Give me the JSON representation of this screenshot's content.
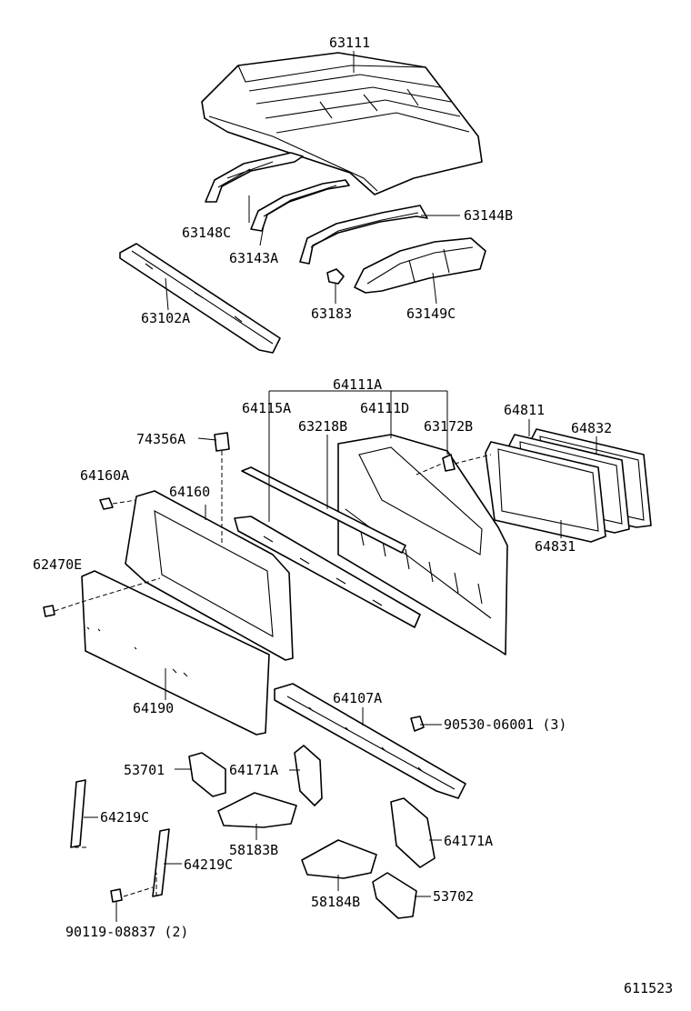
{
  "labels": {
    "p63111": "63111",
    "p63148C": "63148C",
    "p63144B": "63144B",
    "p63143A": "63143A",
    "p63102A": "63102A",
    "p63183": "63183",
    "p63149C": "63149C",
    "p64111A": "64111A",
    "p64115A": "64115A",
    "p64111D": "64111D",
    "p64811": "64811",
    "p74356A": "74356A",
    "p63218B": "63218B",
    "p63172B": "63172B",
    "p64832": "64832",
    "p64160A": "64160A",
    "p64160": "64160",
    "p64831": "64831",
    "p62470E": "62470E",
    "p64190": "64190",
    "p64107A": "64107A",
    "p90530": "90530-06001 (3)",
    "p53701": "53701",
    "p64171A_1": "64171A",
    "p64219C_1": "64219C",
    "p58183B": "58183B",
    "p64171A_2": "64171A",
    "p64219C_2": "64219C",
    "p58184B": "58184B",
    "p53702": "53702",
    "p90119": "90119-08837 (2)"
  },
  "diagram_id": "611523"
}
